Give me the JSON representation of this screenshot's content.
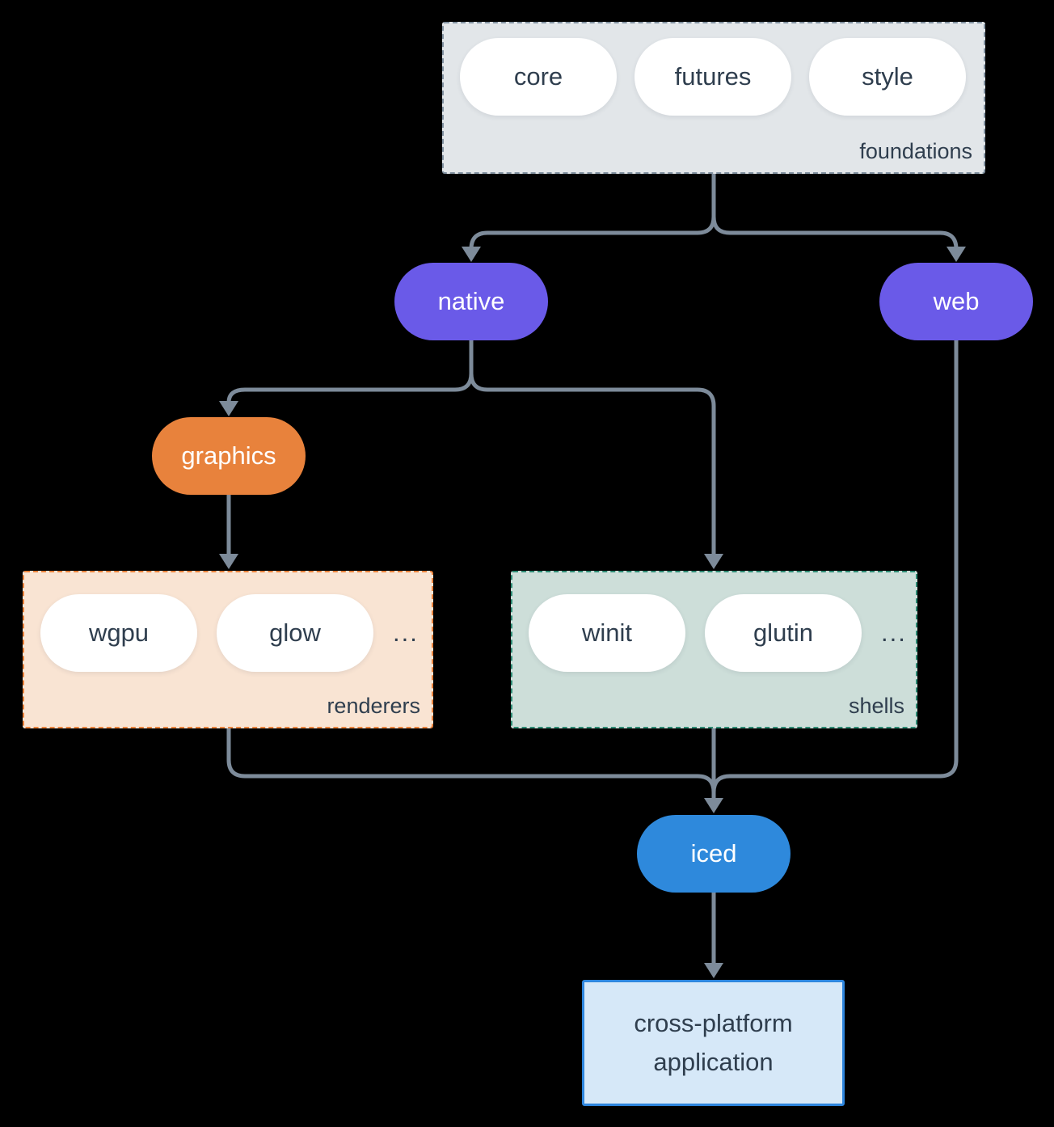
{
  "nodes": {
    "core": "core",
    "futures": "futures",
    "style": "style",
    "native": "native",
    "web": "web",
    "graphics": "graphics",
    "wgpu": "wgpu",
    "glow": "glow",
    "winit": "winit",
    "glutin": "glutin",
    "iced": "iced",
    "application": "cross-platform application"
  },
  "groups": {
    "foundations": {
      "label": "foundations"
    },
    "renderers": {
      "label": "renderers",
      "ellipsis": "..."
    },
    "shells": {
      "label": "shells",
      "ellipsis": "..."
    }
  },
  "colors": {
    "background": "#000000",
    "connector": "#7d8b9a",
    "text-dark": "#2f3e4e",
    "pill-white": "#ffffff",
    "purple": "#6a5ae8",
    "orange": "#e8823c",
    "blue": "#2e89dc",
    "foundations-bg": "#e2e6e9",
    "foundations-border": "#8191a0",
    "renderers-bg": "#f9e4d3",
    "renderers-border": "#e8823c",
    "shells-bg": "#cdded9",
    "shells-border": "#2e8b74",
    "application-bg": "#d6e8f8",
    "application-border": "#2e86de"
  }
}
